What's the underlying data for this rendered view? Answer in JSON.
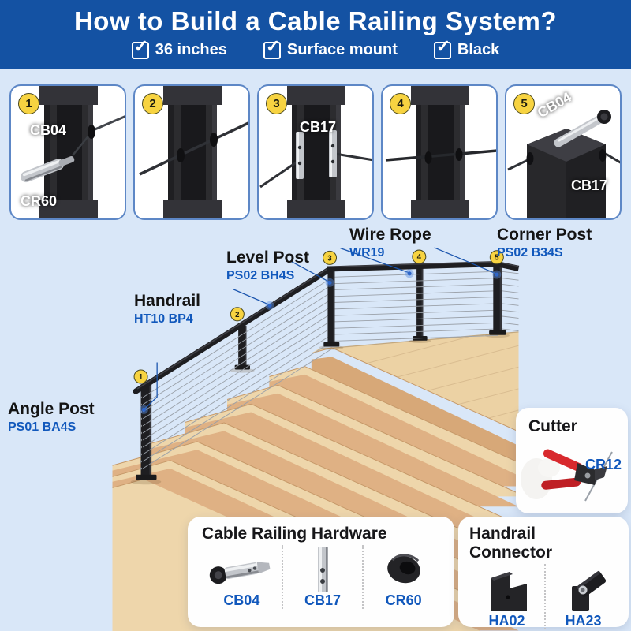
{
  "header": {
    "title": "How to Build a Cable Railing System?",
    "checkboxes": [
      {
        "label": "36 inches"
      },
      {
        "label": "Surface mount"
      },
      {
        "label": "Black"
      }
    ]
  },
  "panels": [
    {
      "number": "1",
      "labels": [
        "CB04",
        "CR60"
      ]
    },
    {
      "number": "2",
      "labels": []
    },
    {
      "number": "3",
      "labels": [
        "CB17"
      ]
    },
    {
      "number": "4",
      "labels": []
    },
    {
      "number": "5",
      "labels": [
        "CB04",
        "CB17"
      ]
    }
  ],
  "diagram": {
    "markers": [
      "1",
      "2",
      "3",
      "4",
      "5"
    ],
    "callouts": [
      {
        "title": "Angle Post",
        "code": "PS01 BA4S"
      },
      {
        "title": "Handrail",
        "code": "HT10 BP4"
      },
      {
        "title": "Level Post",
        "code": "PS02 BH4S"
      },
      {
        "title": "Wire Rope",
        "code": "WR19"
      },
      {
        "title": "Corner Post",
        "code": "PS02 B34S"
      }
    ]
  },
  "cards": {
    "cutter": {
      "title": "Cutter",
      "code": "CR12"
    },
    "hardware": {
      "title": "Cable Railing Hardware",
      "items": [
        {
          "code": "CB04"
        },
        {
          "code": "CB17"
        },
        {
          "code": "CR60"
        }
      ]
    },
    "connector": {
      "title": "Handrail Connector",
      "items": [
        {
          "code": "HA02"
        },
        {
          "code": "HA23"
        }
      ]
    }
  },
  "colors": {
    "header_bg": "#1452a3",
    "background": "#d9e7f8",
    "accent_blue": "#1158bc",
    "leader_blue": "#1b55ae",
    "marker_yellow": "#f7d341",
    "rail_black": "#1e1e21",
    "wood_tread": "#eed6ab",
    "wood_riser": "#dfb184",
    "white": "#ffffff"
  }
}
